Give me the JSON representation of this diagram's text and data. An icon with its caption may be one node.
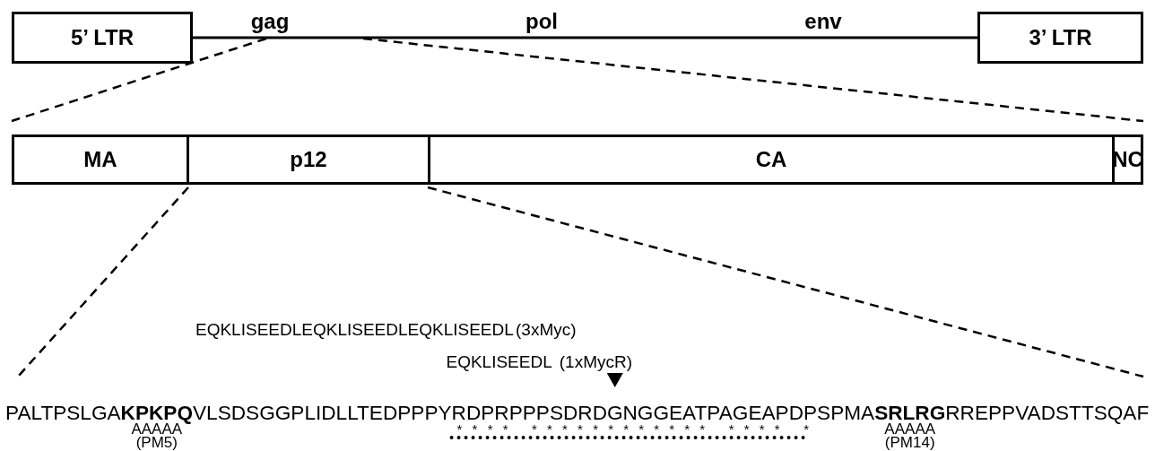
{
  "diagram": {
    "nodes": [
      {
        "text": [
          "5’ LTR"
        ]
      },
      {
        "text": [
          "3’ LTR"
        ]
      },
      {
        "text": [
          "MA"
        ]
      },
      {
        "text": [
          "p12"
        ]
      },
      {
        "text": [
          "CA"
        ]
      },
      {
        "text": [
          "NC"
        ]
      }
    ],
    "edges": [
      {
        "from": 0,
        "to": 1,
        "arrow": "none"
      }
    ],
    "labels": [
      "gag",
      "pol",
      "env",
      "EQKLISEEDLEQKLISEEDLEQKLISEEDL",
      "(3xMyc)",
      "EQKLISEEDL",
      "(1xMycR)",
      "PALTPSLGA**KPKPQ**VLSDSGGPLIDLLTEDPPPYRDPRPPPSDRDGNGGEATPAGEAPDPSPMA**SRLRG**RREPPVADSTTSQAF",
      "AAAAA",
      "* * * *   * * * * * * * * * * * *   * * * *   *",
      "AAAAA",
      "(PM5)",
      "(PM14)"
    ]
  }
}
